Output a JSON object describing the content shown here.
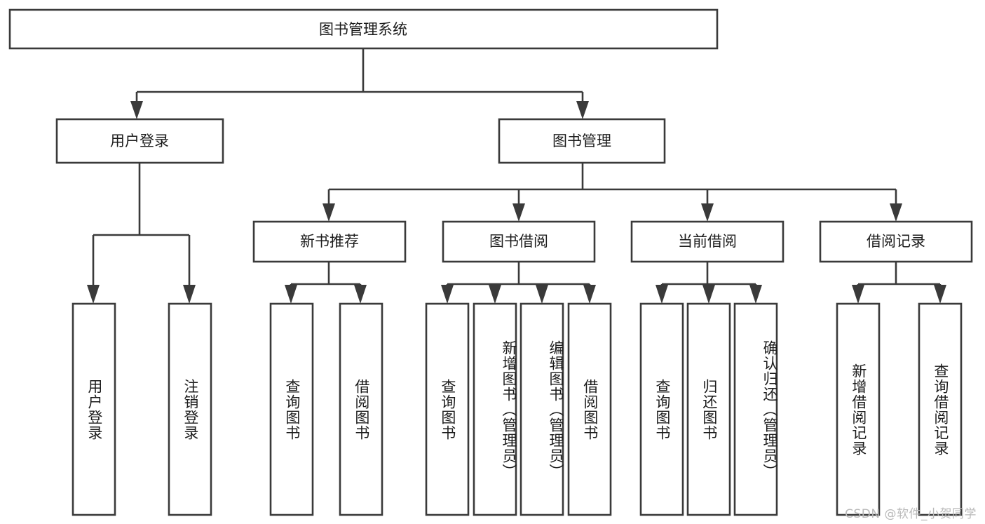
{
  "diagram": {
    "title": "图书管理系统",
    "type": "tree-hierarchy",
    "orientation": "top-down",
    "colors": {
      "background": "#ffffff",
      "node_fill": "#ffffff",
      "node_stroke": "#3a3a3a",
      "connector": "#3a3a3a",
      "text": "#1c1c1c",
      "watermark": "#b9b9b9"
    },
    "root": {
      "label": "图书管理系统"
    },
    "level2": [
      {
        "label": "用户登录"
      },
      {
        "label": "图书管理"
      }
    ],
    "level3": [
      {
        "label": "新书推荐"
      },
      {
        "label": "图书借阅"
      },
      {
        "label": "当前借阅"
      },
      {
        "label": "借阅记录"
      }
    ],
    "leaves": {
      "user_login": [
        {
          "label": "用户登录"
        },
        {
          "label": "注销登录"
        }
      ],
      "new_book_recommend": [
        {
          "label": "查询图书"
        },
        {
          "label": "借阅图书"
        }
      ],
      "book_borrow": [
        {
          "label": "查询图书"
        },
        {
          "label": "新增图书（管理员）"
        },
        {
          "label": "编辑图书（管理员）"
        },
        {
          "label": "借阅图书"
        }
      ],
      "current_borrow": [
        {
          "label": "查询图书"
        },
        {
          "label": "归还图书"
        },
        {
          "label": "确认归还（管理员）"
        }
      ],
      "borrow_record": [
        {
          "label": "新增借阅记录"
        },
        {
          "label": "查询借阅记录"
        }
      ]
    },
    "watermark": "CSDN @软件_小贺同学"
  }
}
